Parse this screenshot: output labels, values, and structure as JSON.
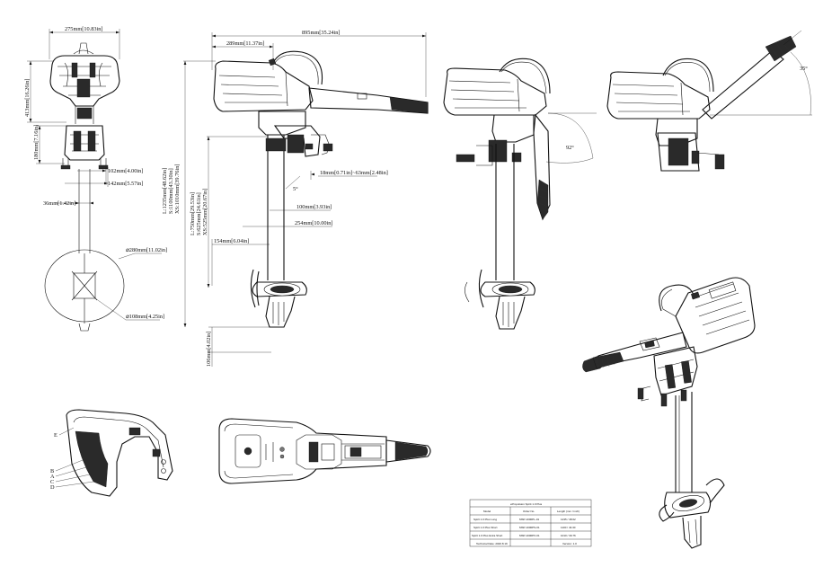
{
  "front_view": {
    "top_width": "275mm[10.83in]",
    "head_height": "413mm[16.26in]",
    "clamp_height": "180mm[7.16in]",
    "clamp_width_a": "102mm[4.00in]",
    "clamp_width_b": "142mm[5.57in]",
    "shaft_width": "36mm[1.42in]",
    "prop_diameter": "⌀280mm[11.02in]",
    "hub_diameter": "⌀108mm[4.25in]"
  },
  "side_view": {
    "overall_length": "895mm[35.24in]",
    "head_length": "289mm[11.37in]",
    "length_L": "L:1235mm[48.62in]",
    "length_S": "S:1100mm[43.30in]",
    "length_XS": "XS:1010mm[39.76in]",
    "shaft_L": "L:750mm[29.53in]",
    "shaft_S": "S:625mm[24.61in]",
    "shaft_XS": "XS:525mm[20.67in]",
    "clamp_range": "18mm[0.71in]~63mm[2.48in]",
    "tilt_angle": "5°",
    "clamp_depth": "100mm[3.93in]",
    "mid_depth": "254mm[10.00in]",
    "skeg_offset": "154mm[6.04in]",
    "skeg_height": "106mm[4.02in]"
  },
  "tilt_views": {
    "angle_a": "92°",
    "angle_b": "35°"
  },
  "bracket_callouts": [
    "E",
    "B",
    "A",
    "C",
    "D"
  ],
  "spec_table": {
    "title": "ePropulsion Spirit 1.0 Plus",
    "rows": [
      [
        "Model",
        "Order No.",
        "Length (mm / inch)"
      ],
      [
        "Spirit 1.0 Plus Long",
        "MSP-1000PL-01",
        "1235 / 48.62"
      ],
      [
        "Spirit 1.0 Plus Short",
        "MSP-1000PS-01",
        "1100 / 43.30"
      ],
      [
        "Spirit 1.0 Plus Extra Short",
        "MSP-1000PX-01",
        "1010 / 39.76"
      ],
      [
        "Technical Date: 2020.8.19",
        "",
        "Version: 1.0"
      ]
    ]
  },
  "colors": {
    "ink": "#111111",
    "paper": "#ffffff",
    "fill_dark": "#2a2a2a"
  }
}
